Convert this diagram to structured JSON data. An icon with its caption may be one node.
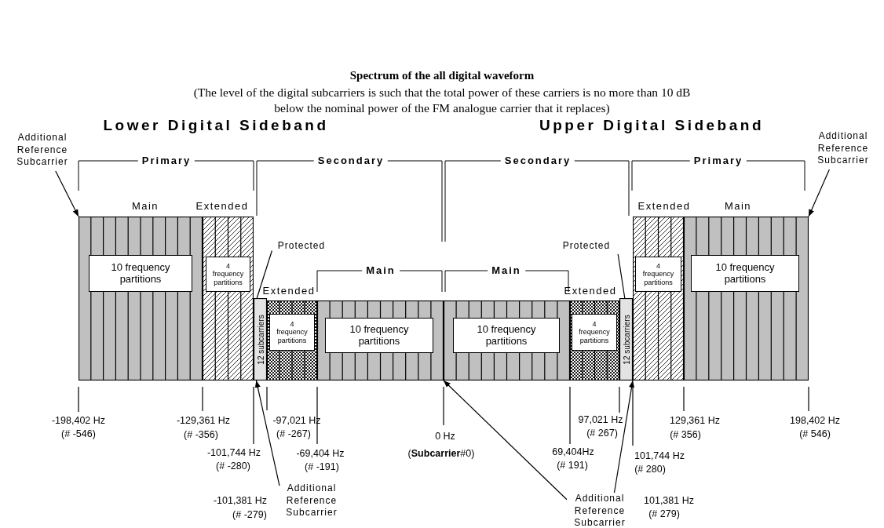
{
  "diagram": {
    "title": "Spectrum of the all digital waveform",
    "caption": "(The level of the digital subcarriers is such that the total power of these carriers is no more than 10 dB below the nominal power of the FM analogue carrier that it replaces)",
    "nodes": [
      {
        "text": [
          "Additional Reference Subcarrier"
        ]
      },
      {
        "text": [
          "Additional Reference Subcarrier"
        ]
      },
      {
        "text": [
          "Protected"
        ]
      },
      {
        "text": [
          "Protected"
        ]
      },
      {
        "text": [
          "Additional Reference Subcarrier"
        ]
      },
      {
        "text": [
          "Additional Reference Subcarrier"
        ]
      },
      {
        "text": [],
        "shape": "bar"
      },
      {
        "text": [
          "10 frequency partitions"
        ],
        "in": 6
      },
      {
        "text": [],
        "shape": "bar"
      },
      {
        "text": [
          "4 frequency partitions"
        ],
        "in": 8
      },
      {
        "text": [
          "12 subcarriers"
        ]
      },
      {
        "text": [],
        "shape": "bar"
      },
      {
        "text": [
          "4 frequency partitions"
        ],
        "in": 11
      },
      {
        "text": [],
        "shape": "bar"
      },
      {
        "text": [
          "10 frequency partitions"
        ],
        "in": 13
      },
      {
        "text": [],
        "shape": "bar"
      },
      {
        "text": [
          "10 frequency partitions"
        ],
        "in": 15
      },
      {
        "text": [],
        "shape": "bar"
      },
      {
        "text": [
          "4 frequency partitions"
        ],
        "in": 17
      },
      {
        "text": [
          "12 subcarriers"
        ]
      },
      {
        "text": [],
        "shape": "bar"
      },
      {
        "text": [
          "4 frequency partitions"
        ],
        "in": 20
      },
      {
        "text": [],
        "shape": "bar"
      },
      {
        "text": [
          "10 frequency partitions"
        ],
        "in": 22
      }
    ],
    "edges": [
      {
        "from": 0,
        "to": 6,
        "arrow": "to"
      },
      {
        "from": 1,
        "to": 22,
        "arrow": "to"
      },
      {
        "from": 2,
        "to": 10,
        "arrow": "none"
      },
      {
        "from": 3,
        "to": 19,
        "arrow": "none"
      },
      {
        "from": 4,
        "to": 10,
        "arrow": "to"
      },
      {
        "from": 5,
        "to": 15,
        "arrow": "to"
      },
      {
        "from": 5,
        "to": 19,
        "arrow": "to"
      }
    ],
    "labels": [
      "Lower Digital Sideband",
      "Upper Digital Sideband",
      "Primary",
      "Secondary",
      "Secondary",
      "Primary",
      "Main",
      "Extended",
      "Extended",
      "Main",
      "Main",
      "Main",
      "Extended",
      "Extended",
      "-198,402 Hz",
      "-129,361 Hz",
      "-97,021 Hz",
      "97,021 Hz",
      "129,361 Hz",
      "198,402 Hz",
      "(# -546)",
      "(# -356)",
      "(# -267)",
      "0 Hz",
      "(# 267)",
      "(# 356)",
      "(# 546)",
      "-101,744 Hz",
      "-69,404 Hz",
      "(**Subcarrier**#0)",
      "69,404Hz",
      "101,744 Hz",
      "(# -280)",
      "(# -191)",
      "(# 191)",
      "(# 280)",
      "-101,381 Hz",
      "101,381 Hz",
      "(# -279)",
      "(# 279)"
    ]
  }
}
